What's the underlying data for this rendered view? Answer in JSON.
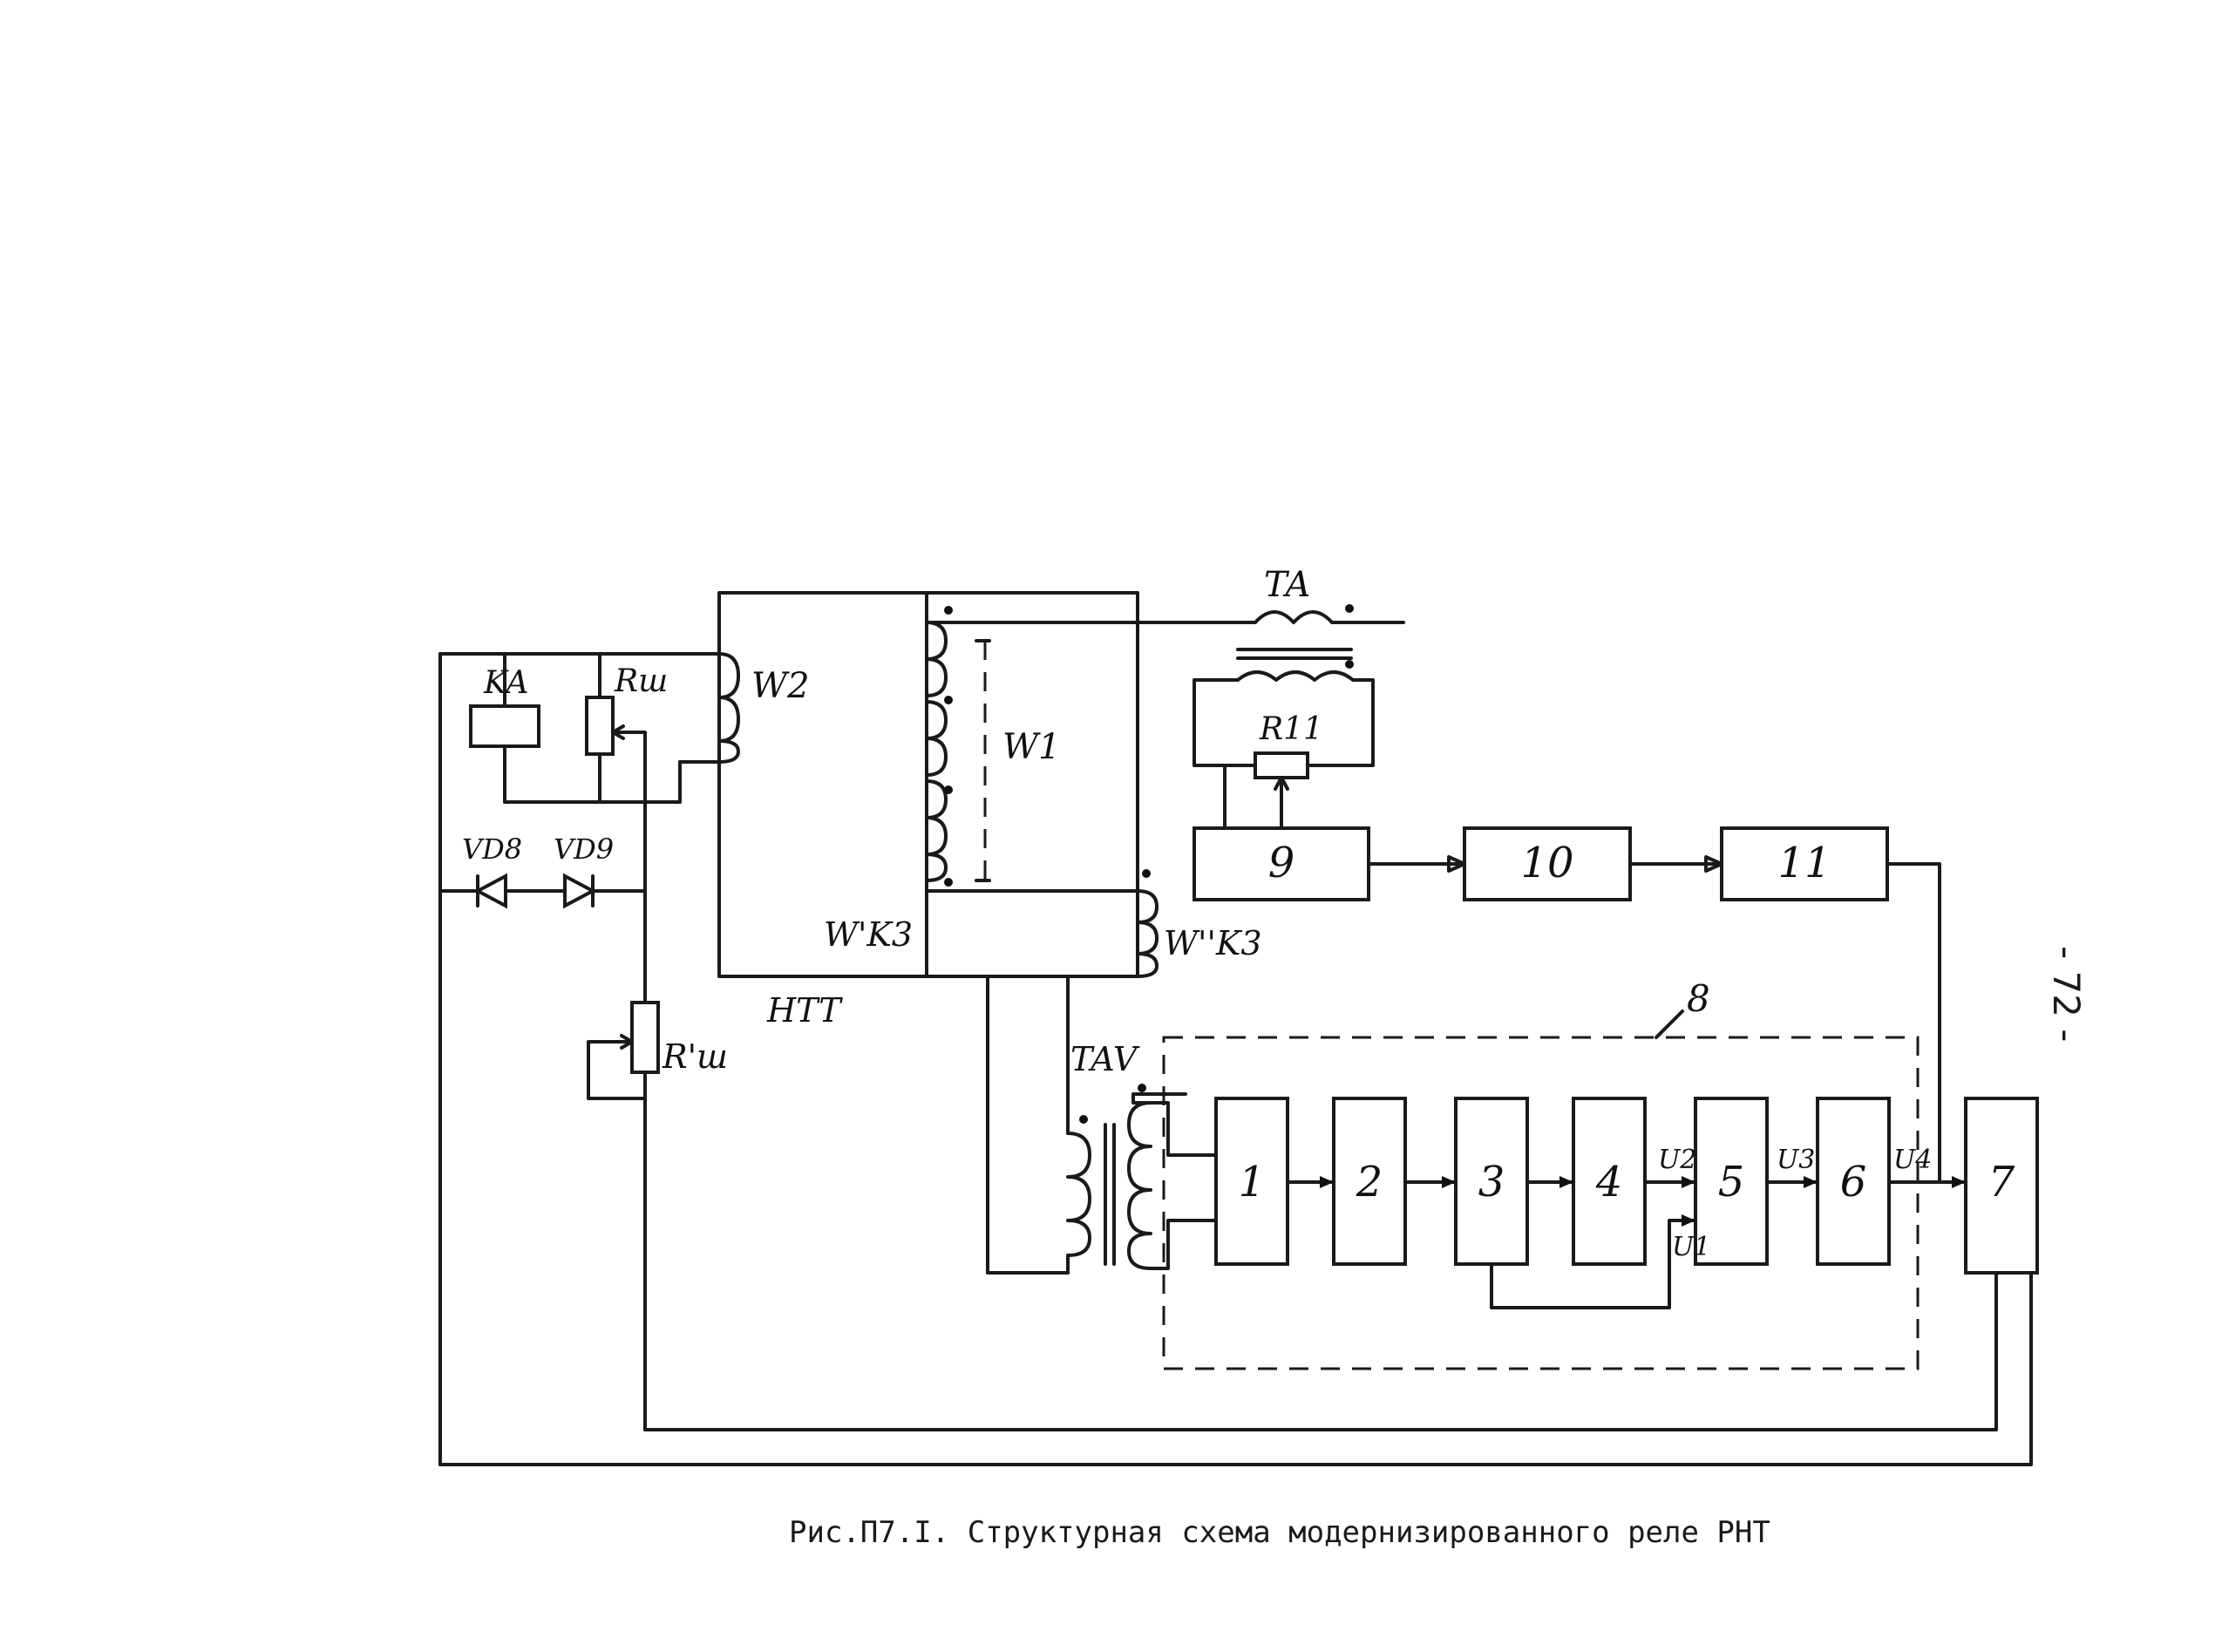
{
  "labels": {
    "ta": "TA",
    "ka": "KA",
    "r_sh": "Rш",
    "w2": "W2",
    "w1": "W1",
    "r11": "R11",
    "vd8": "VD8",
    "vd9": "VD9",
    "w_k3_prime": "W'K3",
    "w_k3_dprime": "W''K3",
    "htt": "HTT",
    "r_sh_prime": "R'ш",
    "tav": "TAV",
    "group8": "8",
    "u1": "U1",
    "u2": "U2",
    "u3": "U3",
    "u4": "U4"
  },
  "blocks": [
    "1",
    "2",
    "3",
    "4",
    "5",
    "6",
    "7",
    "9",
    "10",
    "11"
  ],
  "caption": "Рис.П7.I. Структурная схема модернизированного реле РНТ",
  "page_number": "- 72 -"
}
